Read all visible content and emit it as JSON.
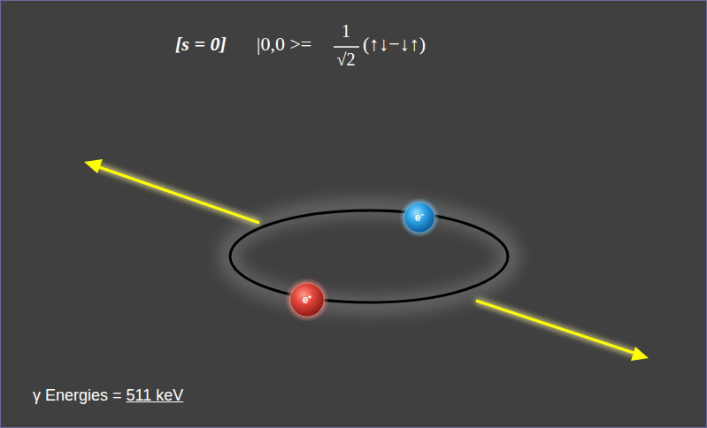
{
  "diagram": {
    "nodes": [
      {
        "text": [
          "e⁻"
        ]
      },
      {
        "text": [
          "e⁺"
        ]
      }
    ],
    "labels": [
      "[s = 0]",
      "|0,0 >=",
      "1",
      "√2",
      "(↑↓−↓↑)",
      "γ Energies =",
      "511 keV"
    ]
  }
}
